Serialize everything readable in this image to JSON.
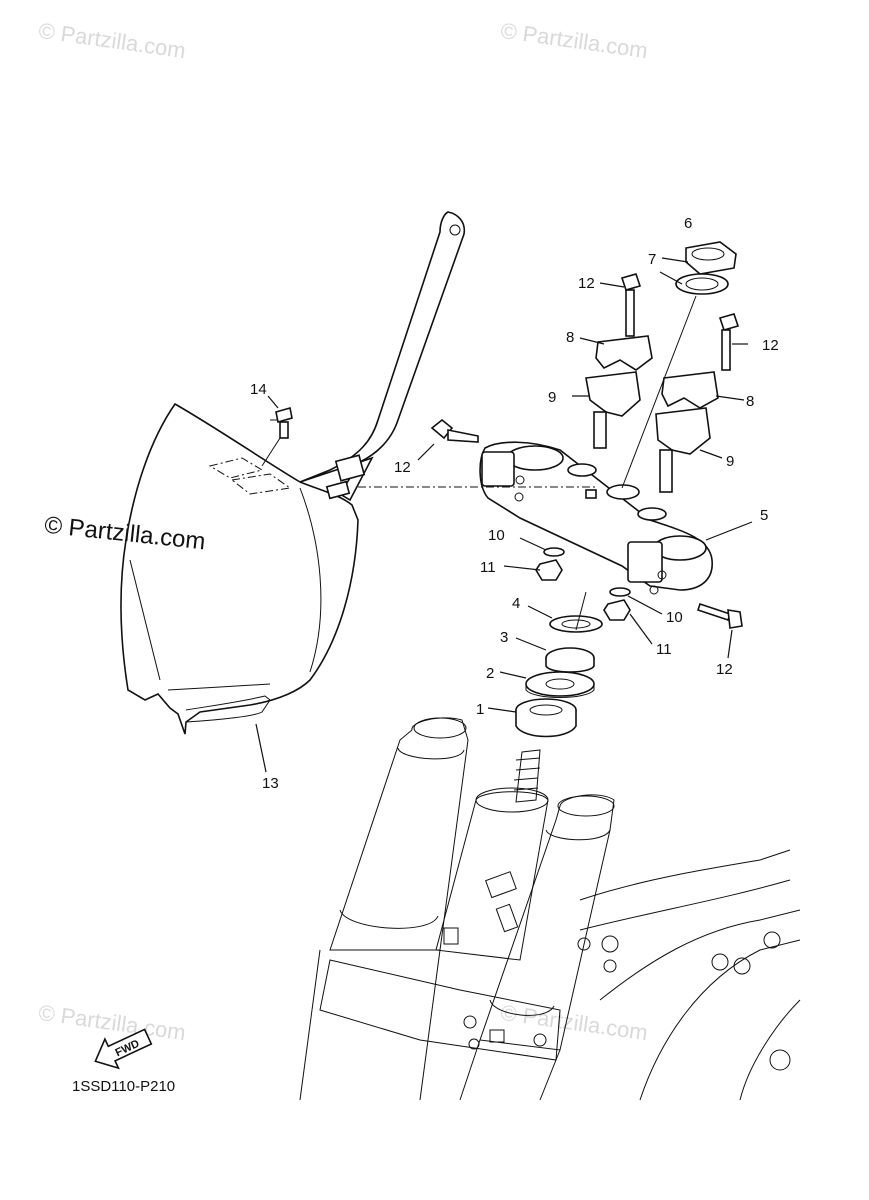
{
  "watermarks": {
    "corner_text": "© Partzilla.com",
    "main_text": "© Partzilla.com"
  },
  "diagram_code": "1SSD110-P210",
  "fwd_label": "FWD",
  "callouts": {
    "c1": "1",
    "c2": "2",
    "c3": "3",
    "c4": "4",
    "c5": "5",
    "c6": "6",
    "c7": "7",
    "c8a": "8",
    "c8b": "8",
    "c9a": "9",
    "c9b": "9",
    "c10a": "10",
    "c10b": "10",
    "c11a": "11",
    "c11b": "11",
    "c12a": "12",
    "c12b": "12",
    "c12c": "12",
    "c12d": "12",
    "c13": "13",
    "c14": "14"
  }
}
